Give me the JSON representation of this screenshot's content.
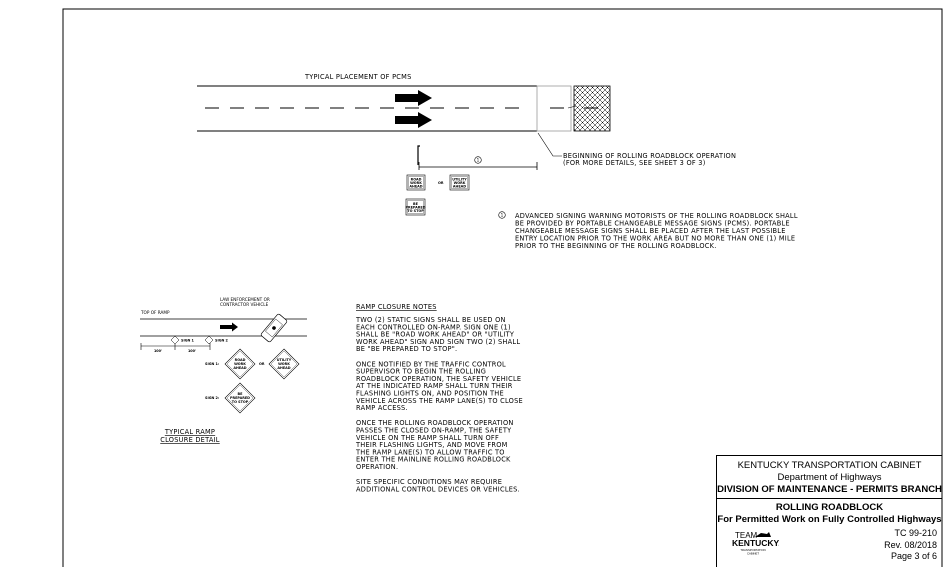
{
  "placement": {
    "title": "TYPICAL PLACEMENT OF PCMS",
    "callout_number": "1",
    "sign_road_work": [
      "ROAD",
      "WORK",
      "AHEAD"
    ],
    "sign_utility_work": [
      "UTILITY",
      "WORK",
      "AHEAD"
    ],
    "sign_or": "OR",
    "sign_prepared": [
      "BE",
      "PREPARED",
      "TO STOP"
    ],
    "leader_lines": [
      "BEGINNING OF ROLLING ROADBLOCK OPERATION",
      "(FOR MORE DETAILS, SEE SHEET 3 OF 3)"
    ],
    "note_lines": [
      "ADVANCED SIGNING WARNING MOTORISTS OF THE ROLLING ROADBLOCK SHALL",
      "BE PROVIDED BY PORTABLE CHANGEABLE MESSAGE SIGNS (PCMS). PORTABLE",
      "CHANGEABLE MESSAGE SIGNS SHALL BE PLACED AFTER THE LAST POSSIBLE",
      "ENTRY LOCATION PRIOR TO THE WORK AREA BUT NO MORE THAN ONE (1) MILE",
      "PRIOR TO THE BEGINNING OF THE ROLLING ROADBLOCK."
    ]
  },
  "ramp_detail": {
    "top_of_ramp": "TOP OF RAMP",
    "vehicle_label": [
      "LAW ENFORCEMENT OR",
      "CONTRACTOR VEHICLE"
    ],
    "sign1_tag": "SIGN 1",
    "sign2_tag": "SIGN 2",
    "dim1": "100'",
    "dim2": "100'",
    "sign1_row_label": "SIGN 1:",
    "sign2_row_label": "SIGN 2:",
    "or": "OR",
    "road_work": [
      "ROAD",
      "WORK",
      "AHEAD"
    ],
    "utility_work": [
      "UTILITY",
      "WORK",
      "AHEAD"
    ],
    "prepared": [
      "BE",
      "PREPARED",
      "TO STOP"
    ],
    "caption": [
      "TYPICAL RAMP",
      "CLOSURE DETAIL"
    ]
  },
  "ramp_notes": {
    "heading": "RAMP CLOSURE NOTES",
    "paragraphs": [
      [
        "TWO (2) STATIC SIGNS SHALL BE USED ON",
        "EACH CONTROLLED ON-RAMP. SIGN ONE (1)",
        "SHALL BE \"ROAD WORK AHEAD\" OR \"UTILITY",
        "WORK AHEAD\" SIGN AND SIGN TWO (2) SHALL",
        "BE \"BE PREPARED TO STOP\"."
      ],
      [
        "ONCE NOTIFIED BY THE TRAFFIC CONTROL",
        "SUPERVISOR TO BEGIN THE ROLLING",
        "ROADBLOCK OPERATION, THE SAFETY VEHICLE",
        "AT THE INDICATED RAMP SHALL TURN THEIR",
        "FLASHING LIGHTS ON, AND POSITION THE",
        "VEHICLE ACROSS THE RAMP LANE(S) TO CLOSE",
        "RAMP ACCESS."
      ],
      [
        "ONCE THE ROLLING ROADBLOCK OPERATION",
        "PASSES THE CLOSED ON-RAMP, THE SAFETY",
        "VEHICLE ON THE RAMP SHALL TURN OFF",
        "THEIR FLASHING LIGHTS, AND MOVE FROM",
        "THE RAMP LANE(S) TO ALLOW TRAFFIC TO",
        "ENTER THE MAINLINE ROLLING ROADBLOCK",
        "OPERATION."
      ],
      [
        "SITE SPECIFIC CONDITIONS MAY REQUIRE",
        "ADDITIONAL CONTROL DEVICES OR VEHICLES."
      ]
    ]
  },
  "title_block": {
    "agency": "KENTUCKY TRANSPORTATION CABINET",
    "department": "Department of Highways",
    "division": "DIVISION OF MAINTENANCE - PERMITS BRANCH",
    "title": "ROLLING ROADBLOCK",
    "subtitle": "For Permitted Work on Fully Controlled Highways",
    "form_number": "TC 99-210",
    "revision": "Rev. 08/2018",
    "page": "Page 3 of 6",
    "logo": {
      "line1": "TEAM",
      "line2": "KENTUCKY.",
      "line3": "TRANSPORTATION",
      "line4": "CABINET"
    }
  }
}
